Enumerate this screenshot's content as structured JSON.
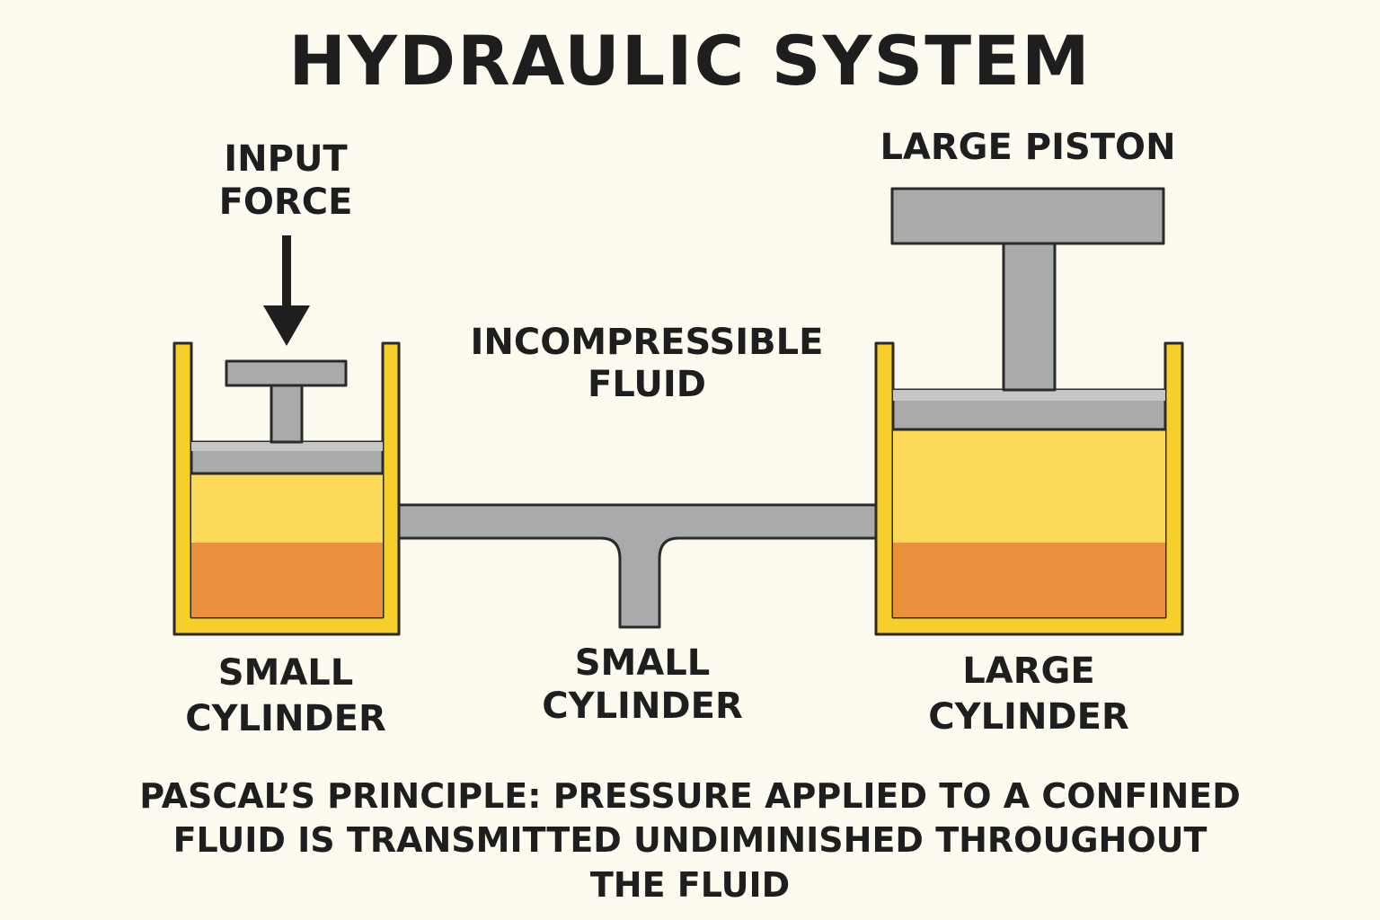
{
  "title": "HYDRAULIC SYSTEM",
  "labels": {
    "input_force": [
      "INPUT",
      "FORCE"
    ],
    "large_piston": "LARGE PISTON",
    "incompressible_fluid": [
      "INCOMPRESSIBLE",
      "FLUID"
    ],
    "small_cylinder_left": [
      "SMALL",
      "CYLINDER"
    ],
    "small_cylinder_middle": [
      "SMALL",
      "CYLINDER"
    ],
    "large_cylinder": [
      "LARGE",
      "CYLINDER"
    ]
  },
  "principle": [
    "PASCAL’S PRINCIPLE: PRESSURE APPLIED TO A CONFINED",
    "FLUID IS TRANSMITTED UNDIMINISHED THROUGHOUT",
    "THE FLUID"
  ],
  "colors": {
    "background": "#fdfaf0",
    "container_yellow": "#f6cf2a",
    "fluid_yellow": "#fdd95a",
    "fluid_orange": "#e8903b",
    "metal_gray": "#a8aaac",
    "outline": "#2a2a2a",
    "text": "#1e1e1e"
  }
}
